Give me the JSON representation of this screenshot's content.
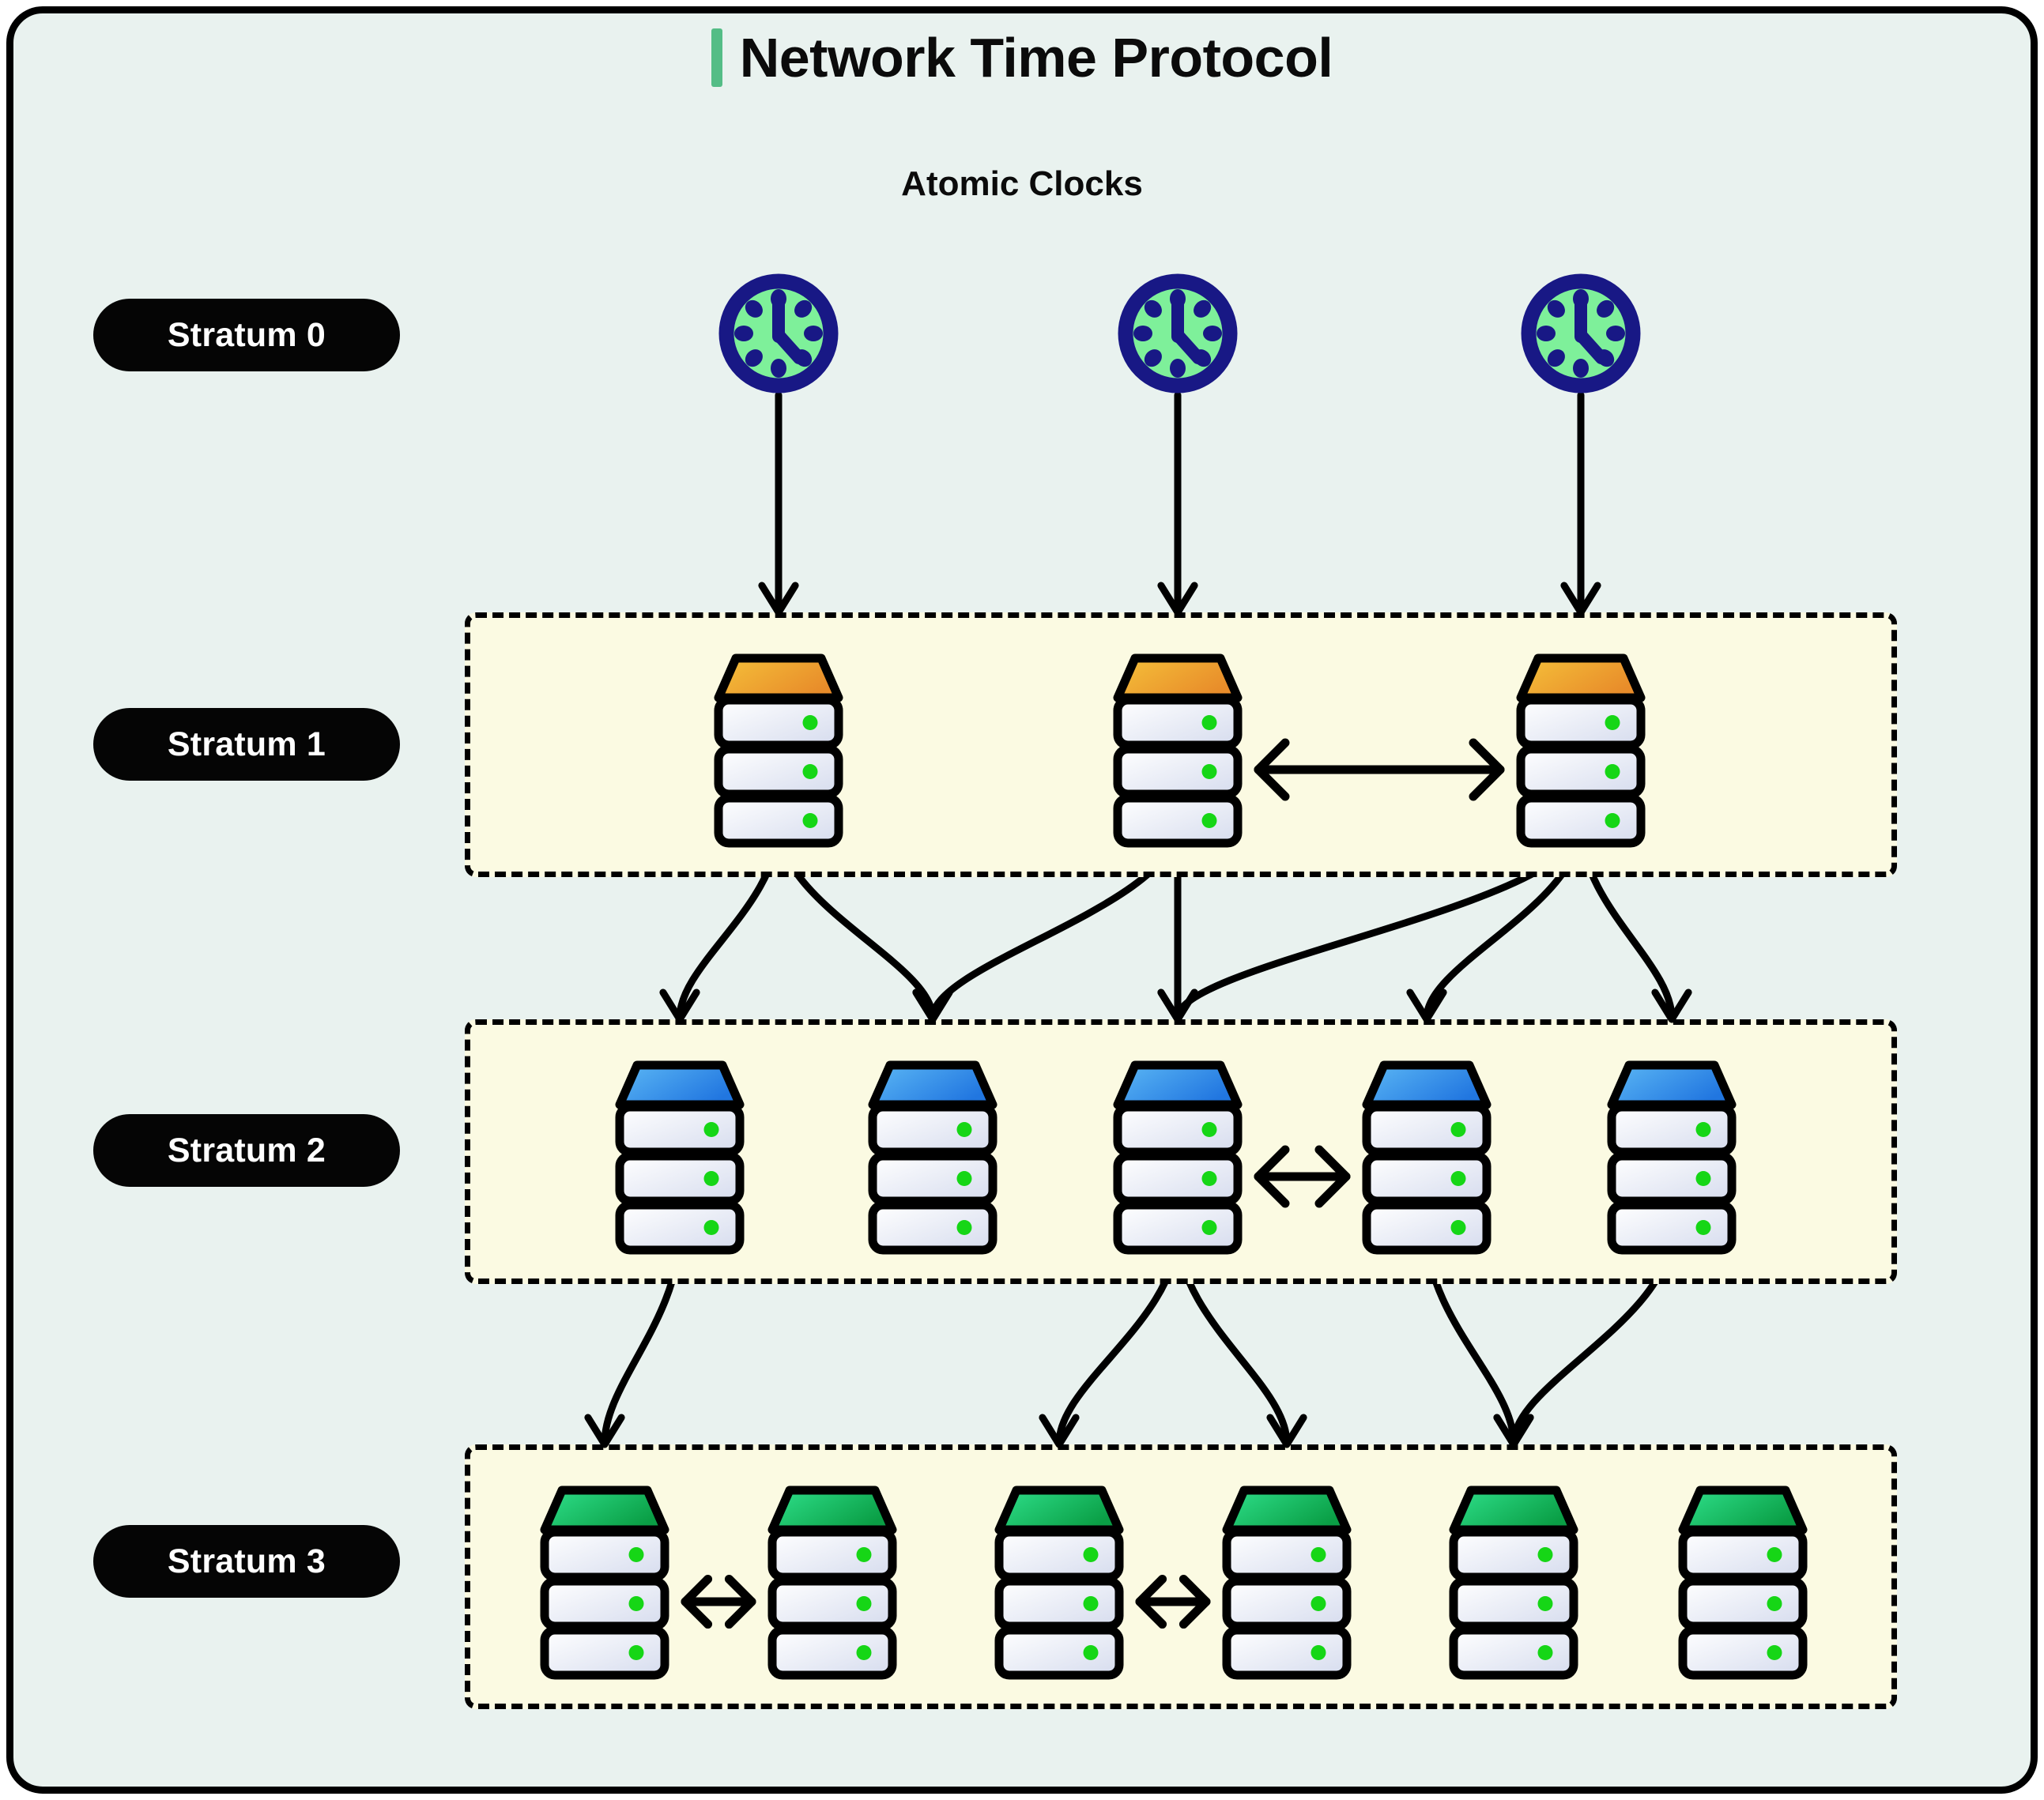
{
  "page": {
    "title": "Network Time Protocol",
    "accent_color": "#54bd86",
    "background_color": "#e9f2ef",
    "tier_background_color": "#fbfae2",
    "border_color": "#000000"
  },
  "labels": {
    "atomic_clocks": "Atomic Clocks"
  },
  "strata": [
    {
      "id": "stratum-0",
      "label": "Stratum 0",
      "node_type": "clock",
      "count": 3,
      "node_color": "#7ef09a",
      "ring_color": "#1a1a8c",
      "boxed": false
    },
    {
      "id": "stratum-1",
      "label": "Stratum 1",
      "node_type": "server",
      "count": 3,
      "top_color_from": "#f5c13a",
      "top_color_to": "#e88c2a",
      "led_color": "#16d616",
      "boxed": true
    },
    {
      "id": "stratum-2",
      "label": "Stratum 2",
      "node_type": "server",
      "count": 5,
      "top_color_from": "#5cb8f5",
      "top_color_to": "#2176e0",
      "led_color": "#16d616",
      "boxed": true
    },
    {
      "id": "stratum-3",
      "label": "Stratum 3",
      "node_type": "server",
      "count": 6,
      "top_color_from": "#2fe08b",
      "top_color_to": "#0a9e45",
      "led_color": "#16d616",
      "boxed": true
    }
  ],
  "peer_links": [
    {
      "from_stratum": 1,
      "from_index": 1,
      "to_index": 2,
      "style": "bidirectional"
    },
    {
      "from_stratum": 2,
      "from_index": 2,
      "to_index": 3,
      "style": "bidirectional"
    },
    {
      "from_stratum": 3,
      "from_index": 0,
      "to_index": 1,
      "style": "bidirectional"
    },
    {
      "from_stratum": 3,
      "from_index": 2,
      "to_index": 3,
      "style": "bidirectional"
    }
  ],
  "sync_links": [
    {
      "from_stratum": 0,
      "from_index": 0,
      "to_stratum": 1,
      "to_index": 0
    },
    {
      "from_stratum": 0,
      "from_index": 1,
      "to_stratum": 1,
      "to_index": 1
    },
    {
      "from_stratum": 0,
      "from_index": 2,
      "to_stratum": 1,
      "to_index": 2
    },
    {
      "from_stratum": 1,
      "from_index": 0,
      "to_stratum": 2,
      "to_index": 0
    },
    {
      "from_stratum": 1,
      "from_index": 0,
      "to_stratum": 2,
      "to_index": 1
    },
    {
      "from_stratum": 1,
      "from_index": 1,
      "to_stratum": 2,
      "to_index": 1
    },
    {
      "from_stratum": 1,
      "from_index": 1,
      "to_stratum": 2,
      "to_index": 2
    },
    {
      "from_stratum": 1,
      "from_index": 2,
      "to_stratum": 2,
      "to_index": 2
    },
    {
      "from_stratum": 1,
      "from_index": 2,
      "to_stratum": 2,
      "to_index": 3
    },
    {
      "from_stratum": 1,
      "from_index": 2,
      "to_stratum": 2,
      "to_index": 4
    },
    {
      "from_stratum": 2,
      "from_index": 0,
      "to_stratum": 3,
      "to_index": 0
    },
    {
      "from_stratum": 2,
      "from_index": 2,
      "to_stratum": 3,
      "to_index": 2
    },
    {
      "from_stratum": 2,
      "from_index": 2,
      "to_stratum": 3,
      "to_index": 3
    },
    {
      "from_stratum": 2,
      "from_index": 3,
      "to_stratum": 3,
      "to_index": 4
    },
    {
      "from_stratum": 2,
      "from_index": 4,
      "to_stratum": 3,
      "to_index": 4
    }
  ]
}
